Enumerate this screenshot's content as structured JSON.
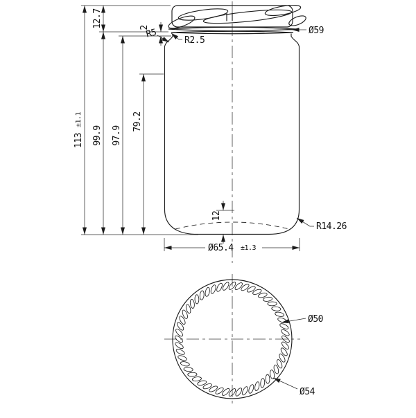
{
  "drawing": {
    "front_view": {
      "dim_cap_height": "12.7",
      "dim_bead_band": "2",
      "radius_shoulder": "R5",
      "radius_neck": "R2.5",
      "dia_neck": "Ø59",
      "dim_height_total": "113",
      "dim_height_total_tol": "±1.1",
      "dim_height_to_bead": "99.9",
      "dim_height_to_shoulder": "97.9",
      "dim_cylinder_height": "79.2",
      "dim_heel_height": "12",
      "radius_heel": "R14.26",
      "dia_body": "Ø65.4",
      "dia_body_tol": "±1.3"
    },
    "bottom_view": {
      "dia_thread_inner": "Ø50",
      "dia_thread_outer": "Ø54"
    },
    "line_color": "#1c1c1c"
  }
}
